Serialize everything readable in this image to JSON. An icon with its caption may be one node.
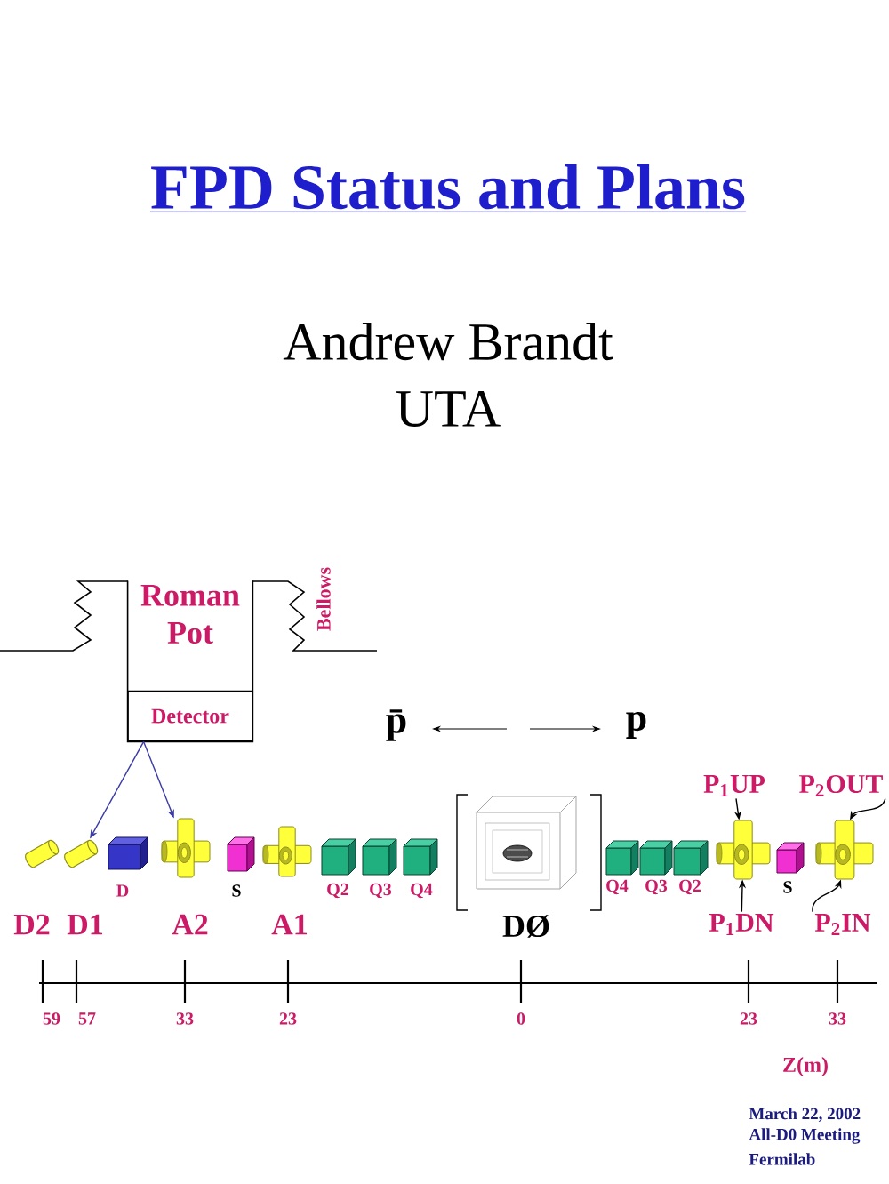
{
  "diagram": {
    "title": "FPD Status and Plans",
    "nodes": [
      {
        "text": [
          "Roman Pot"
        ]
      },
      {
        "text": [
          "Detector"
        ],
        "in": 0
      },
      {
        "text": [],
        "shape": "cylinder",
        "beside": [
          "D2"
        ]
      },
      {
        "text": [],
        "shape": "cylinder",
        "beside": [
          "D1"
        ]
      },
      {
        "text": [],
        "shape": "box",
        "beside": [
          "D"
        ]
      },
      {
        "text": [],
        "shape": "picture",
        "beside": [
          "A2"
        ]
      },
      {
        "text": [],
        "shape": "box",
        "beside": [
          "S"
        ]
      },
      {
        "text": [],
        "shape": "picture",
        "beside": [
          "A1"
        ]
      },
      {
        "text": [],
        "shape": "box",
        "beside": [
          "Q2"
        ]
      },
      {
        "text": [],
        "shape": "box",
        "beside": [
          "Q3"
        ]
      },
      {
        "text": [],
        "shape": "box",
        "beside": [
          "Q4"
        ]
      },
      {
        "text": [],
        "shape": "picture",
        "beside": [
          "DØ"
        ]
      },
      {
        "text": [],
        "shape": "box",
        "beside": [
          "Q4"
        ]
      },
      {
        "text": [],
        "shape": "box",
        "beside": [
          "Q3"
        ]
      },
      {
        "text": [],
        "shape": "box",
        "beside": [
          "Q2"
        ]
      },
      {
        "text": [],
        "shape": "picture"
      },
      {
        "text": [],
        "shape": "box",
        "beside": [
          "S"
        ]
      },
      {
        "text": [],
        "shape": "picture"
      },
      {
        "text": [
          "P$_{1}$UP"
        ]
      },
      {
        "text": [
          "P$_{2}$OUT"
        ]
      },
      {
        "text": [
          "P$_{1}$DN"
        ]
      },
      {
        "text": [
          "P$_{2}$IN"
        ]
      }
    ],
    "edges": [
      {
        "from": 1,
        "to": 3,
        "arrow": "to",
        "color": "#3a3aa8"
      },
      {
        "from": 1,
        "to": 5,
        "arrow": "to",
        "color": "#3a3aa8"
      },
      {
        "from": 18,
        "to": 15,
        "arrow": "to"
      },
      {
        "from": 20,
        "to": 15,
        "arrow": "to"
      },
      {
        "from": 19,
        "to": 17,
        "arrow": "to"
      },
      {
        "from": 21,
        "to": 17,
        "arrow": "to"
      }
    ],
    "labels": [
      "Andrew Brandt",
      "UTA",
      "Bellows",
      "p̄",
      "p",
      "59",
      "57",
      "33",
      "23",
      "0",
      "23",
      "33",
      "Z(m)",
      "March 22, 2002",
      "All-D0 Meeting",
      "Fermilab"
    ]
  }
}
